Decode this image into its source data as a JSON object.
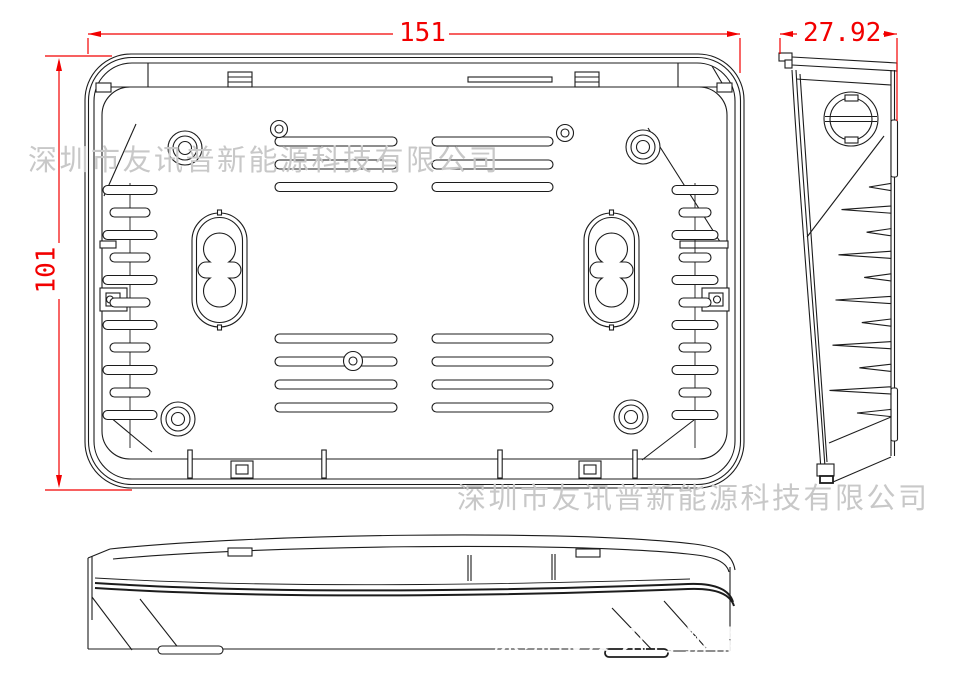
{
  "drawing": {
    "dimensions": {
      "overall_width": "151",
      "overall_height": "101",
      "overall_depth": "27.92"
    },
    "watermark": {
      "company_text": "深圳市友讯普新能源科技有限公司"
    },
    "colors": {
      "dimension_red": "#f20000",
      "line_black": "#1c1c1c",
      "watermark_gray": "#c8c8c8",
      "watermark_white": "#ffffff",
      "background": "#ffffff"
    }
  }
}
